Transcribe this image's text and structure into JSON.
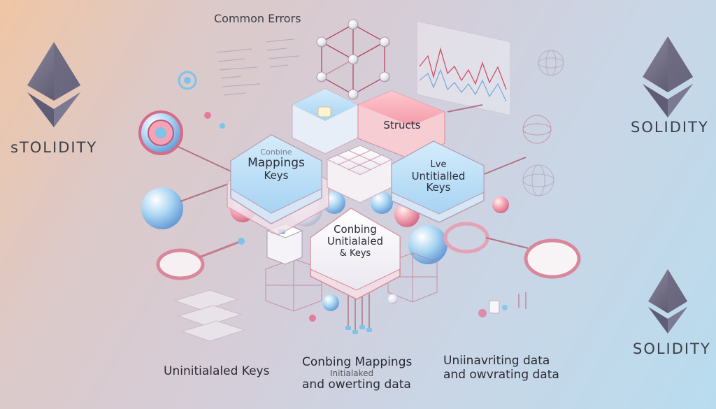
{
  "header": {
    "title": "Common Errors"
  },
  "brand": {
    "left": "sTOLIDITY",
    "right_top": "SOLIDITY",
    "right_bottom": "SOLIDITY"
  },
  "tiles": {
    "top_center": "",
    "structs": "Structs",
    "mappings_prefix": "Conbine",
    "mappings_line1": "Mappings",
    "mappings_line2": "Keys",
    "right_line1": "Lve",
    "right_line2": "Untitialled",
    "right_line3": "Keys",
    "center_line1": "Conbing",
    "center_line2": "Unitialaled",
    "center_line3": "& Keys"
  },
  "captions": {
    "left": "Uninitialaled Keys",
    "center_line1": "Conbing Mappings",
    "center_line2": "Initialaked",
    "center_line3": "and owerting data",
    "right_line1": "Uniinavriting data",
    "right_line2": "and owvrating data"
  },
  "colors": {
    "blue_tile": "#b9dcf5",
    "pink_tile": "#f7a9b4",
    "white_tile": "#f4f0f4",
    "accent_pink": "#e37c9a",
    "accent_blue": "#7ec3e8"
  }
}
